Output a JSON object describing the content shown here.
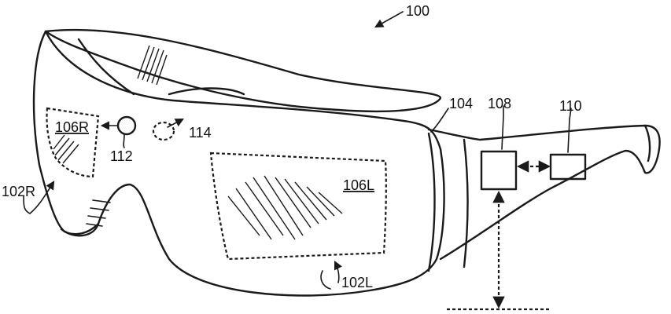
{
  "labels": {
    "device": "100",
    "frame": "104",
    "lens_right": "102R",
    "lens_left": "102L",
    "display_right": "106R",
    "display_left": "106L",
    "sensor_a": "112",
    "sensor_b": "114",
    "module_a": "108",
    "module_b": "110"
  }
}
